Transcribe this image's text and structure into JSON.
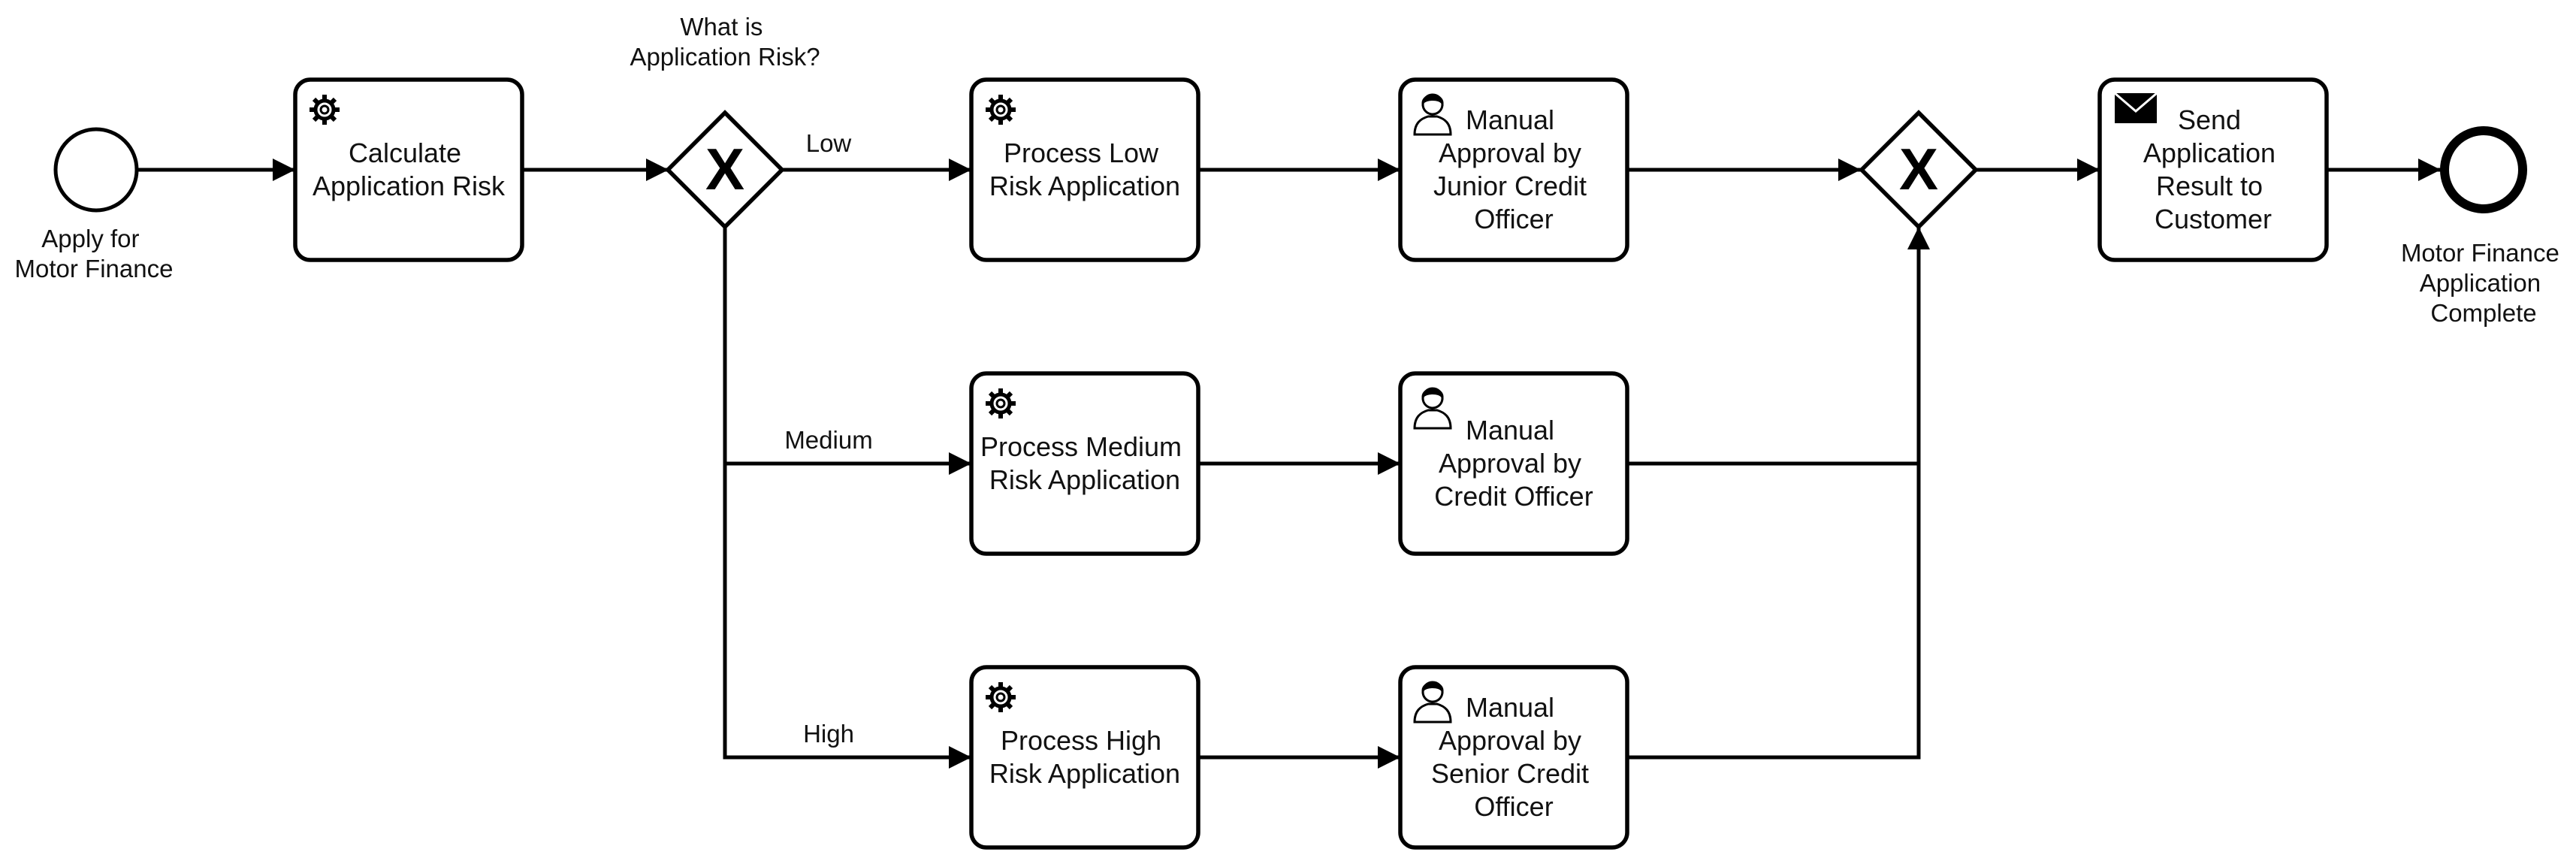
{
  "start_event": {
    "label": [
      "Apply for",
      "Motor Finance"
    ]
  },
  "end_event": {
    "label": [
      "Motor Finance",
      "Application",
      "Complete"
    ]
  },
  "split_gateway": {
    "question": [
      "What is",
      "Application Risk?"
    ],
    "marker": "X"
  },
  "join_gateway": {
    "marker": "X"
  },
  "tasks": {
    "calculate_risk": {
      "type": "service",
      "icon": "gear-icon",
      "lines": [
        "Calculate",
        "Application Risk"
      ]
    },
    "process_low": {
      "type": "service",
      "icon": "gear-icon",
      "lines": [
        "Process Low",
        "Risk Application"
      ]
    },
    "process_medium": {
      "type": "service",
      "icon": "gear-icon",
      "lines": [
        "Process Medium",
        "Risk Application"
      ]
    },
    "process_high": {
      "type": "service",
      "icon": "gear-icon",
      "lines": [
        "Process High",
        "Risk Application"
      ]
    },
    "approval_junior": {
      "type": "user",
      "icon": "user-icon",
      "lines": [
        "Manual",
        "Approval by",
        "Junior Credit",
        "Officer"
      ]
    },
    "approval_credit": {
      "type": "user",
      "icon": "user-icon",
      "lines": [
        "Manual",
        "Approval by",
        "Credit Officer"
      ]
    },
    "approval_senior": {
      "type": "user",
      "icon": "user-icon",
      "lines": [
        "Manual",
        "Approval by",
        "Senior Credit",
        "Officer"
      ]
    },
    "send_result": {
      "type": "send",
      "icon": "envelope-icon",
      "lines": [
        "Send",
        "Application",
        "Result to",
        "Customer"
      ]
    }
  },
  "flow_labels": {
    "low": "Low",
    "medium": "Medium",
    "high": "High"
  }
}
